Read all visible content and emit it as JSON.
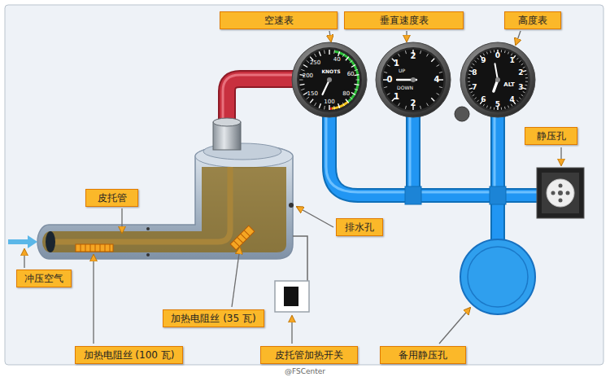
{
  "diagram": {
    "nodes": [
      {
        "text": [
          "空速表"
        ]
      },
      {
        "text": [
          "垂直速度表"
        ]
      },
      {
        "text": [
          "高度表"
        ]
      },
      {
        "text": [
          "静压孔"
        ]
      },
      {
        "text": [
          "皮托管"
        ]
      },
      {
        "text": [
          "排水孔"
        ]
      },
      {
        "text": [
          "冲压空气"
        ]
      },
      {
        "text": [
          "加热电阻丝 (35 瓦)"
        ]
      },
      {
        "text": [
          "加热电阻丝 (100 瓦)"
        ]
      },
      {
        "text": [
          "皮托管加热开关"
        ]
      },
      {
        "text": [
          "备用静压孔"
        ]
      }
    ],
    "labels": [
      "40",
      "60",
      "80",
      "100",
      "150",
      "200",
      "250",
      "KNOTS",
      "0",
      "1",
      "2",
      "4",
      "2",
      "1",
      "UP",
      "DOWN",
      "0",
      "1",
      "2",
      "3",
      "4",
      "5",
      "6",
      "7",
      "8",
      "9",
      "ALT",
      "@FSCenter"
    ]
  }
}
